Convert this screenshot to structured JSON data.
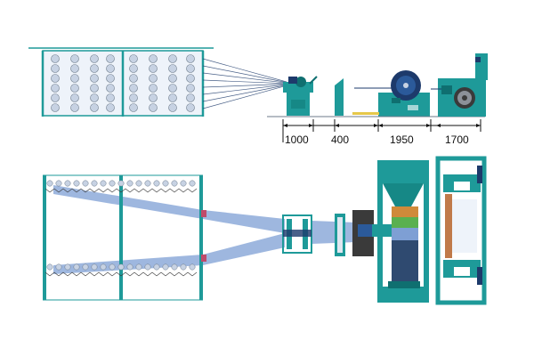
{
  "diagram": {
    "dimensions": [
      {
        "id": "dim-frame",
        "label": "1000"
      },
      {
        "id": "dim-tension",
        "label": "400"
      },
      {
        "id": "dim-beam",
        "label": "1950"
      },
      {
        "id": "dim-takeup",
        "label": "1700"
      }
    ],
    "colors": {
      "teal": "#1e9a99",
      "teal_dark": "#0f6f70",
      "navy": "#1d3a6b",
      "blue_band": "#7e9fd4",
      "spool": "#c7d2e3",
      "frame_gray": "#6c7a8a",
      "dark": "#3a3a3a",
      "yellow": "#e6c84a",
      "green": "#5ab04f",
      "orange": "#d08a3a"
    }
  }
}
